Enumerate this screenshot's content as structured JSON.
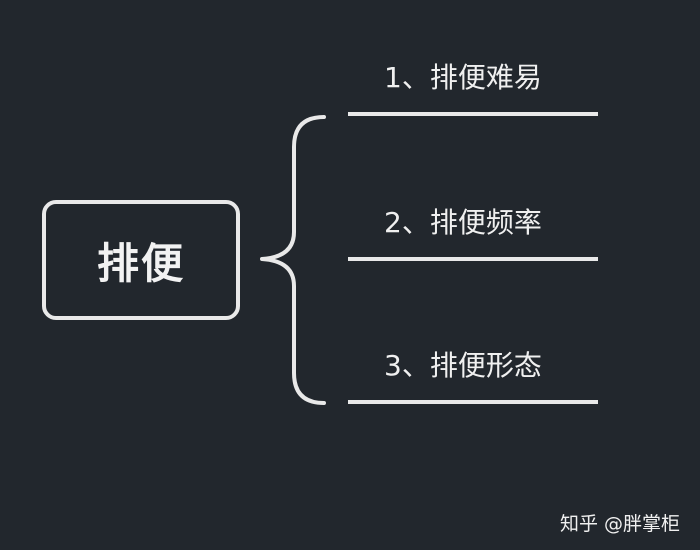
{
  "root": {
    "label": "排便"
  },
  "branches": [
    {
      "label": "1、排便难易"
    },
    {
      "label": "2、排便频率"
    },
    {
      "label": "3、排便形态"
    }
  ],
  "watermark": {
    "text": "知乎 @胖掌柜"
  },
  "colors": {
    "background": "#22272d",
    "stroke": "#e9e9e9",
    "text": "#f2f2f2"
  }
}
